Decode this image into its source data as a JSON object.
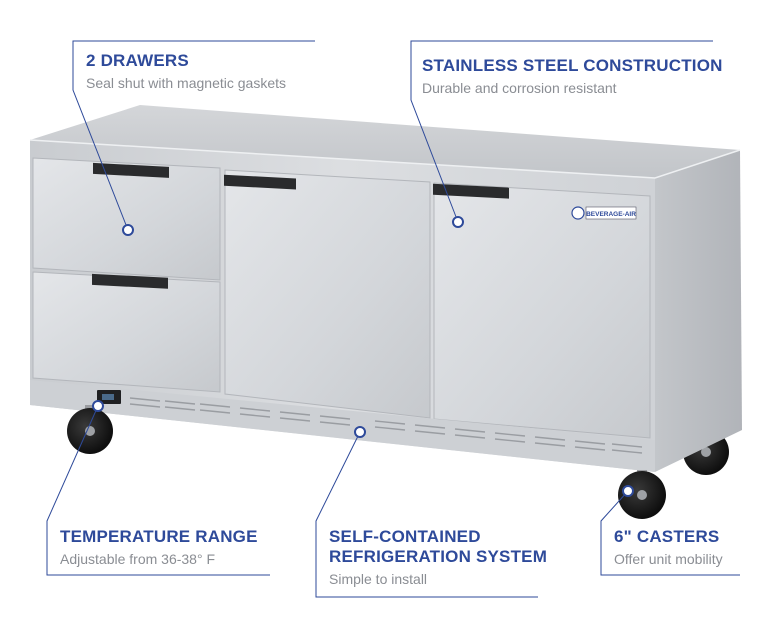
{
  "callouts": {
    "drawers": {
      "title": "2 DRAWERS",
      "subtitle": "Seal shut with magnetic gaskets"
    },
    "steel": {
      "title": "STAINLESS STEEL CONSTRUCTION",
      "subtitle": "Durable and corrosion resistant"
    },
    "temperature": {
      "title": "TEMPERATURE RANGE",
      "subtitle": "Adjustable from 36-38° F"
    },
    "refrigeration": {
      "title_line1": "SELF-CONTAINED",
      "title_line2": "REFRIGERATION SYSTEM",
      "subtitle": "Simple to install"
    },
    "casters": {
      "title": "6\" CASTERS",
      "subtitle": "Offer unit mobility"
    }
  },
  "product": {
    "brand_logo_text": "BEVERAGE-AIR"
  },
  "colors": {
    "accent": "#2e4a9a",
    "subtitle": "#8a8d93",
    "leader_line": "#2e4a9a",
    "steel_light": "#e2e4e7",
    "steel_dark": "#b4b7bc"
  }
}
